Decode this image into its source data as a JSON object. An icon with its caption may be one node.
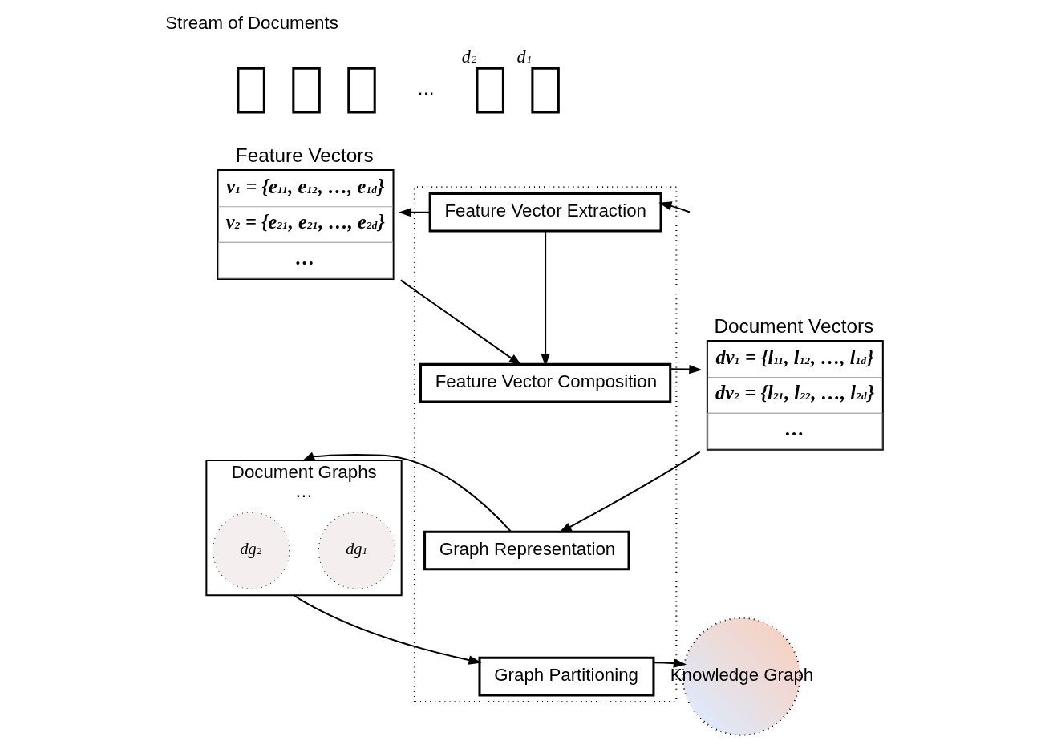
{
  "diagram": {
    "nodes": [
      {
        "text": [],
        "shape": "box"
      },
      {
        "text": [],
        "shape": "box"
      },
      {
        "text": [],
        "shape": "box"
      },
      {
        "text": [],
        "shape": "box",
        "beside": [
          "d$_{2}$"
        ]
      },
      {
        "text": [],
        "shape": "box",
        "beside": [
          "d$_{1}$"
        ]
      },
      {
        "text": [],
        "shape": "box"
      },
      {
        "text": [
          "Feature Vector Extraction"
        ],
        "in": 5
      },
      {
        "text": [
          "Feature Vector Composition"
        ],
        "in": 5
      },
      {
        "text": [
          "Graph Representation"
        ],
        "in": 5
      },
      {
        "text": [
          "Graph Partitioning"
        ],
        "in": 5
      },
      {
        "text": [
          "Feature Vectors",
          "v$_{1}$ = {e$_{11}$, e$_{12}$, …, e$_{1d}$}",
          "v$_{2}$ = {e$_{21}$, e$_{21}$, …, e$_{2d}$}",
          "…"
        ]
      },
      {
        "text": [
          "Document Vectors",
          "dv$_{1}$ = {l$_{11}$, l$_{12}$, …, l$_{1d}$}",
          "dv$_{2}$ = {l$_{21}$, l$_{22}$, …, l$_{2d}$}",
          "…"
        ]
      },
      {
        "text": [
          "Document Graphs",
          "…"
        ]
      },
      {
        "text": [
          "dg$_{2}$"
        ],
        "in": 12
      },
      {
        "text": [
          "dg$_{1}$"
        ],
        "in": 12
      },
      {
        "text": [
          "Knowledge Graph"
        ]
      }
    ],
    "edges": [
      {
        "from": null,
        "to": 6,
        "arrow": "to"
      },
      {
        "from": 6,
        "to": 10,
        "arrow": "to"
      },
      {
        "from": 6,
        "to": 7,
        "arrow": "to"
      },
      {
        "from": 10,
        "to": 7,
        "arrow": "to"
      },
      {
        "from": 7,
        "to": 11,
        "arrow": "to"
      },
      {
        "from": 11,
        "to": 8,
        "arrow": "to"
      },
      {
        "from": 8,
        "to": 12,
        "arrow": "to"
      },
      {
        "from": 12,
        "to": 9,
        "arrow": "to"
      },
      {
        "from": 9,
        "to": 15,
        "arrow": "to"
      }
    ],
    "labels": [
      "Stream of Documents",
      "…"
    ]
  }
}
